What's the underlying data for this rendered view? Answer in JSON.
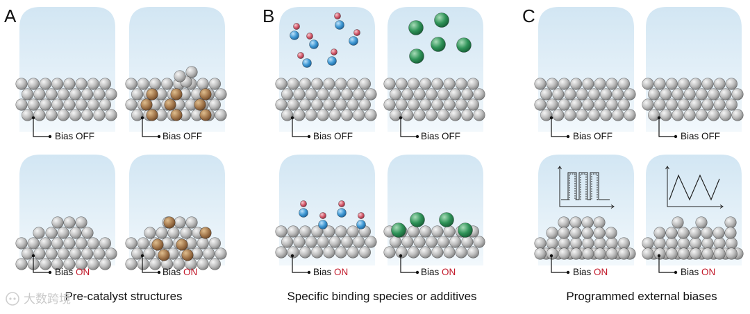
{
  "panels": [
    {
      "letter": "A",
      "caption": "Pre-catalyst structures"
    },
    {
      "letter": "B",
      "caption": "Specific binding species or additives"
    },
    {
      "letter": "C",
      "caption": "Programmed external biases"
    }
  ],
  "bias": {
    "prefix": "Bias",
    "off": "OFF",
    "on": "ON"
  },
  "watermark": "大数跨境",
  "colors": {
    "electrolyte_top": "#d2e6f3",
    "electrolyte_bottom": "#eef6fb",
    "atom": "#b9b9b9",
    "dopant_atom": "#a57a4f",
    "adsorbate_blue": "#3e98d4",
    "adsorbate_red": "#d45a6b",
    "additive_green": "#2f9358",
    "bias_on": "#c21a2b"
  }
}
